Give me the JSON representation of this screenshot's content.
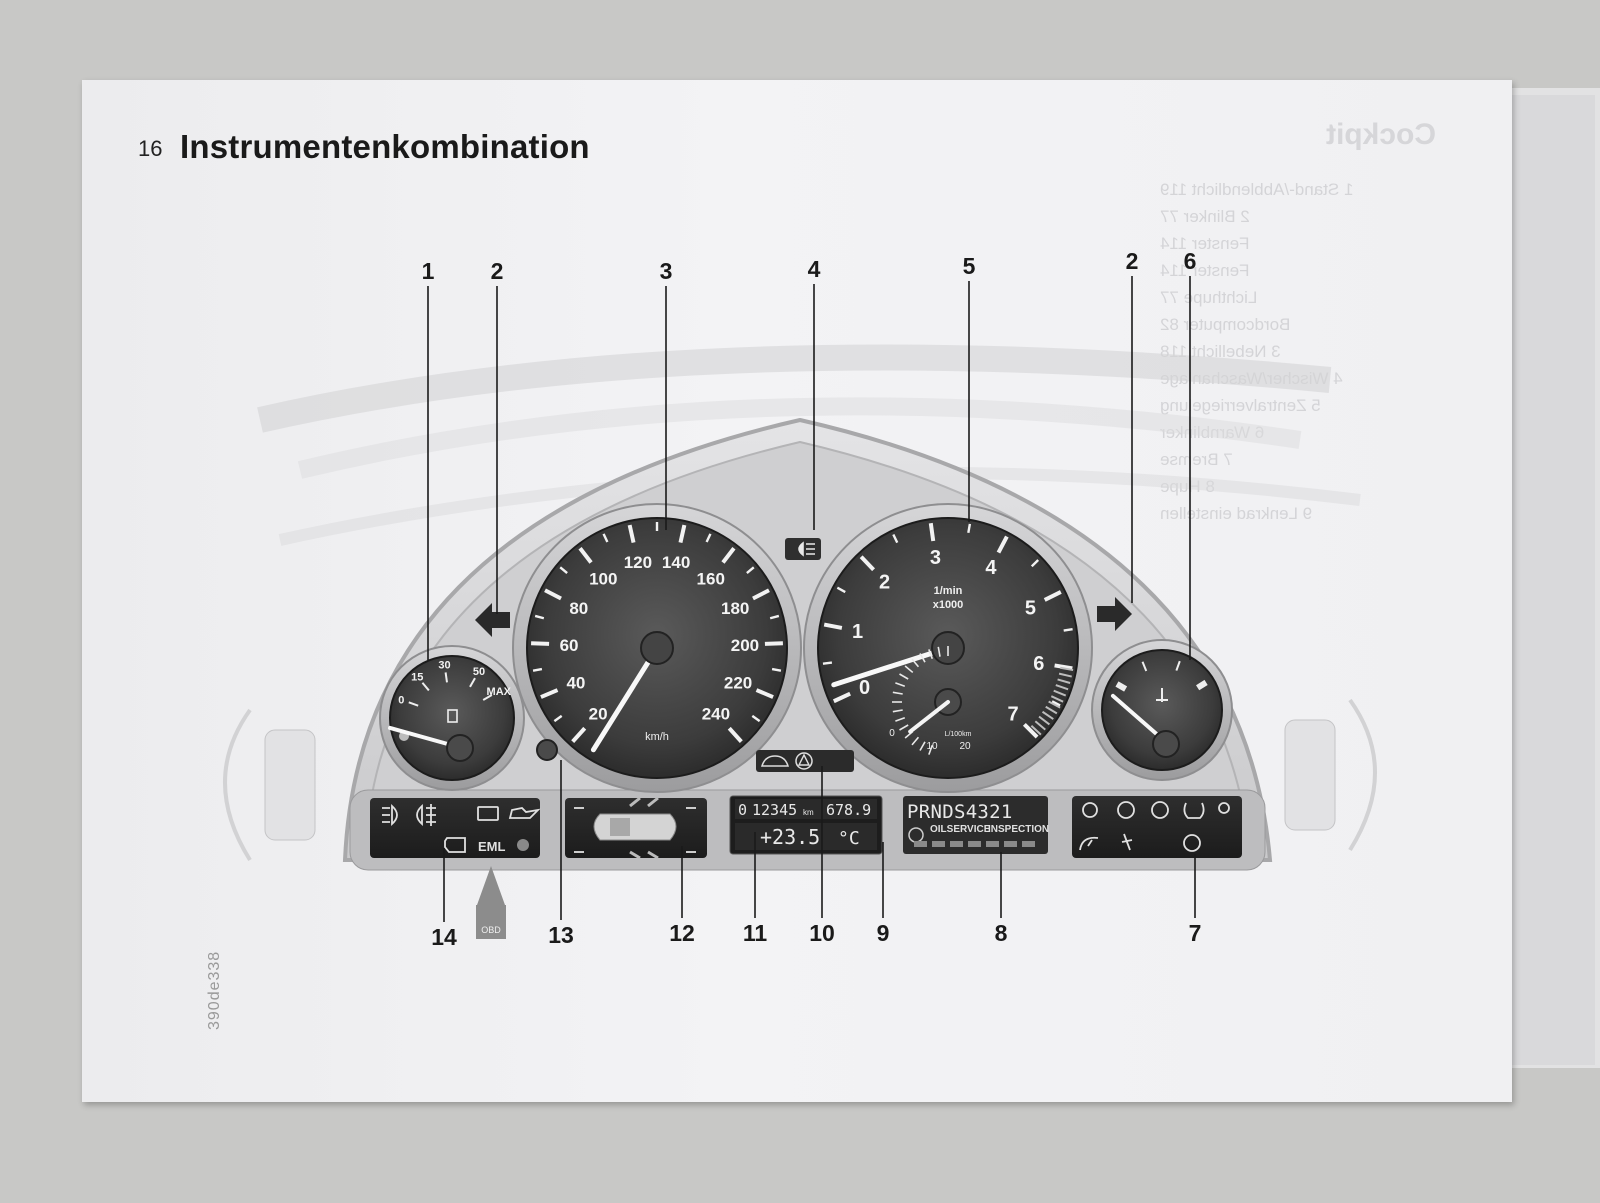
{
  "page": {
    "number": "16",
    "title": "Instrumentenkombination",
    "reference_code": "390de338"
  },
  "callouts_top": [
    "1",
    "2",
    "3",
    "4",
    "5",
    "2",
    "6"
  ],
  "callouts_bottom": [
    "14",
    "13",
    "12",
    "11",
    "10",
    "9",
    "8",
    "7"
  ],
  "fuel_gauge": {
    "scale": [
      "0",
      "15",
      "30",
      "50",
      "MAX"
    ],
    "level_fraction": 0.05
  },
  "speedometer": {
    "scale": [
      "20",
      "40",
      "60",
      "80",
      "100",
      "120",
      "140",
      "160",
      "180",
      "200",
      "220",
      "240"
    ],
    "unit": "km/h",
    "needle_value": 20
  },
  "tachometer": {
    "scale": [
      "0",
      "1",
      "2",
      "3",
      "4",
      "5",
      "6",
      "7"
    ],
    "unit_line1": "1/min",
    "unit_line2": "x1000",
    "needle_value": 0.2
  },
  "consumption_gauge": {
    "unit": "L/100km",
    "scale": [
      "0",
      "10",
      "20"
    ]
  },
  "odometer_display": {
    "total_km": "12345",
    "unit": "km",
    "trip": "678.9",
    "prefix": "0"
  },
  "temperature_display": {
    "value": "+23.5",
    "unit": "°C"
  },
  "gear_display": {
    "text": "PRNDS4321",
    "oil_label": "OILSERVICE",
    "inspection_label": "INSPECTION"
  },
  "warning_panel_left": {
    "eml_label": "EML"
  },
  "obd_tag": "OBD",
  "ghost_right_page": {
    "title": "Cockpit",
    "lines": [
      "1 Stand-/Abblendlicht 119",
      "2 Blinker 77",
      "Fenster 114",
      "Fenster 114",
      "Lichthupe 77",
      "Bordcomputer 82",
      "3 Nebellicht 118",
      "4 Wischer/Waschanlage",
      "5 Zentralverriegelung",
      "6 Warnblinker",
      "7 Bremse",
      "8 Hupe",
      "9 Lenkrad einstellen"
    ]
  },
  "colors": {
    "paper": "#f0f0f2",
    "dial_dark": "#3a3a3a",
    "text_dark": "#1a1a1a"
  }
}
